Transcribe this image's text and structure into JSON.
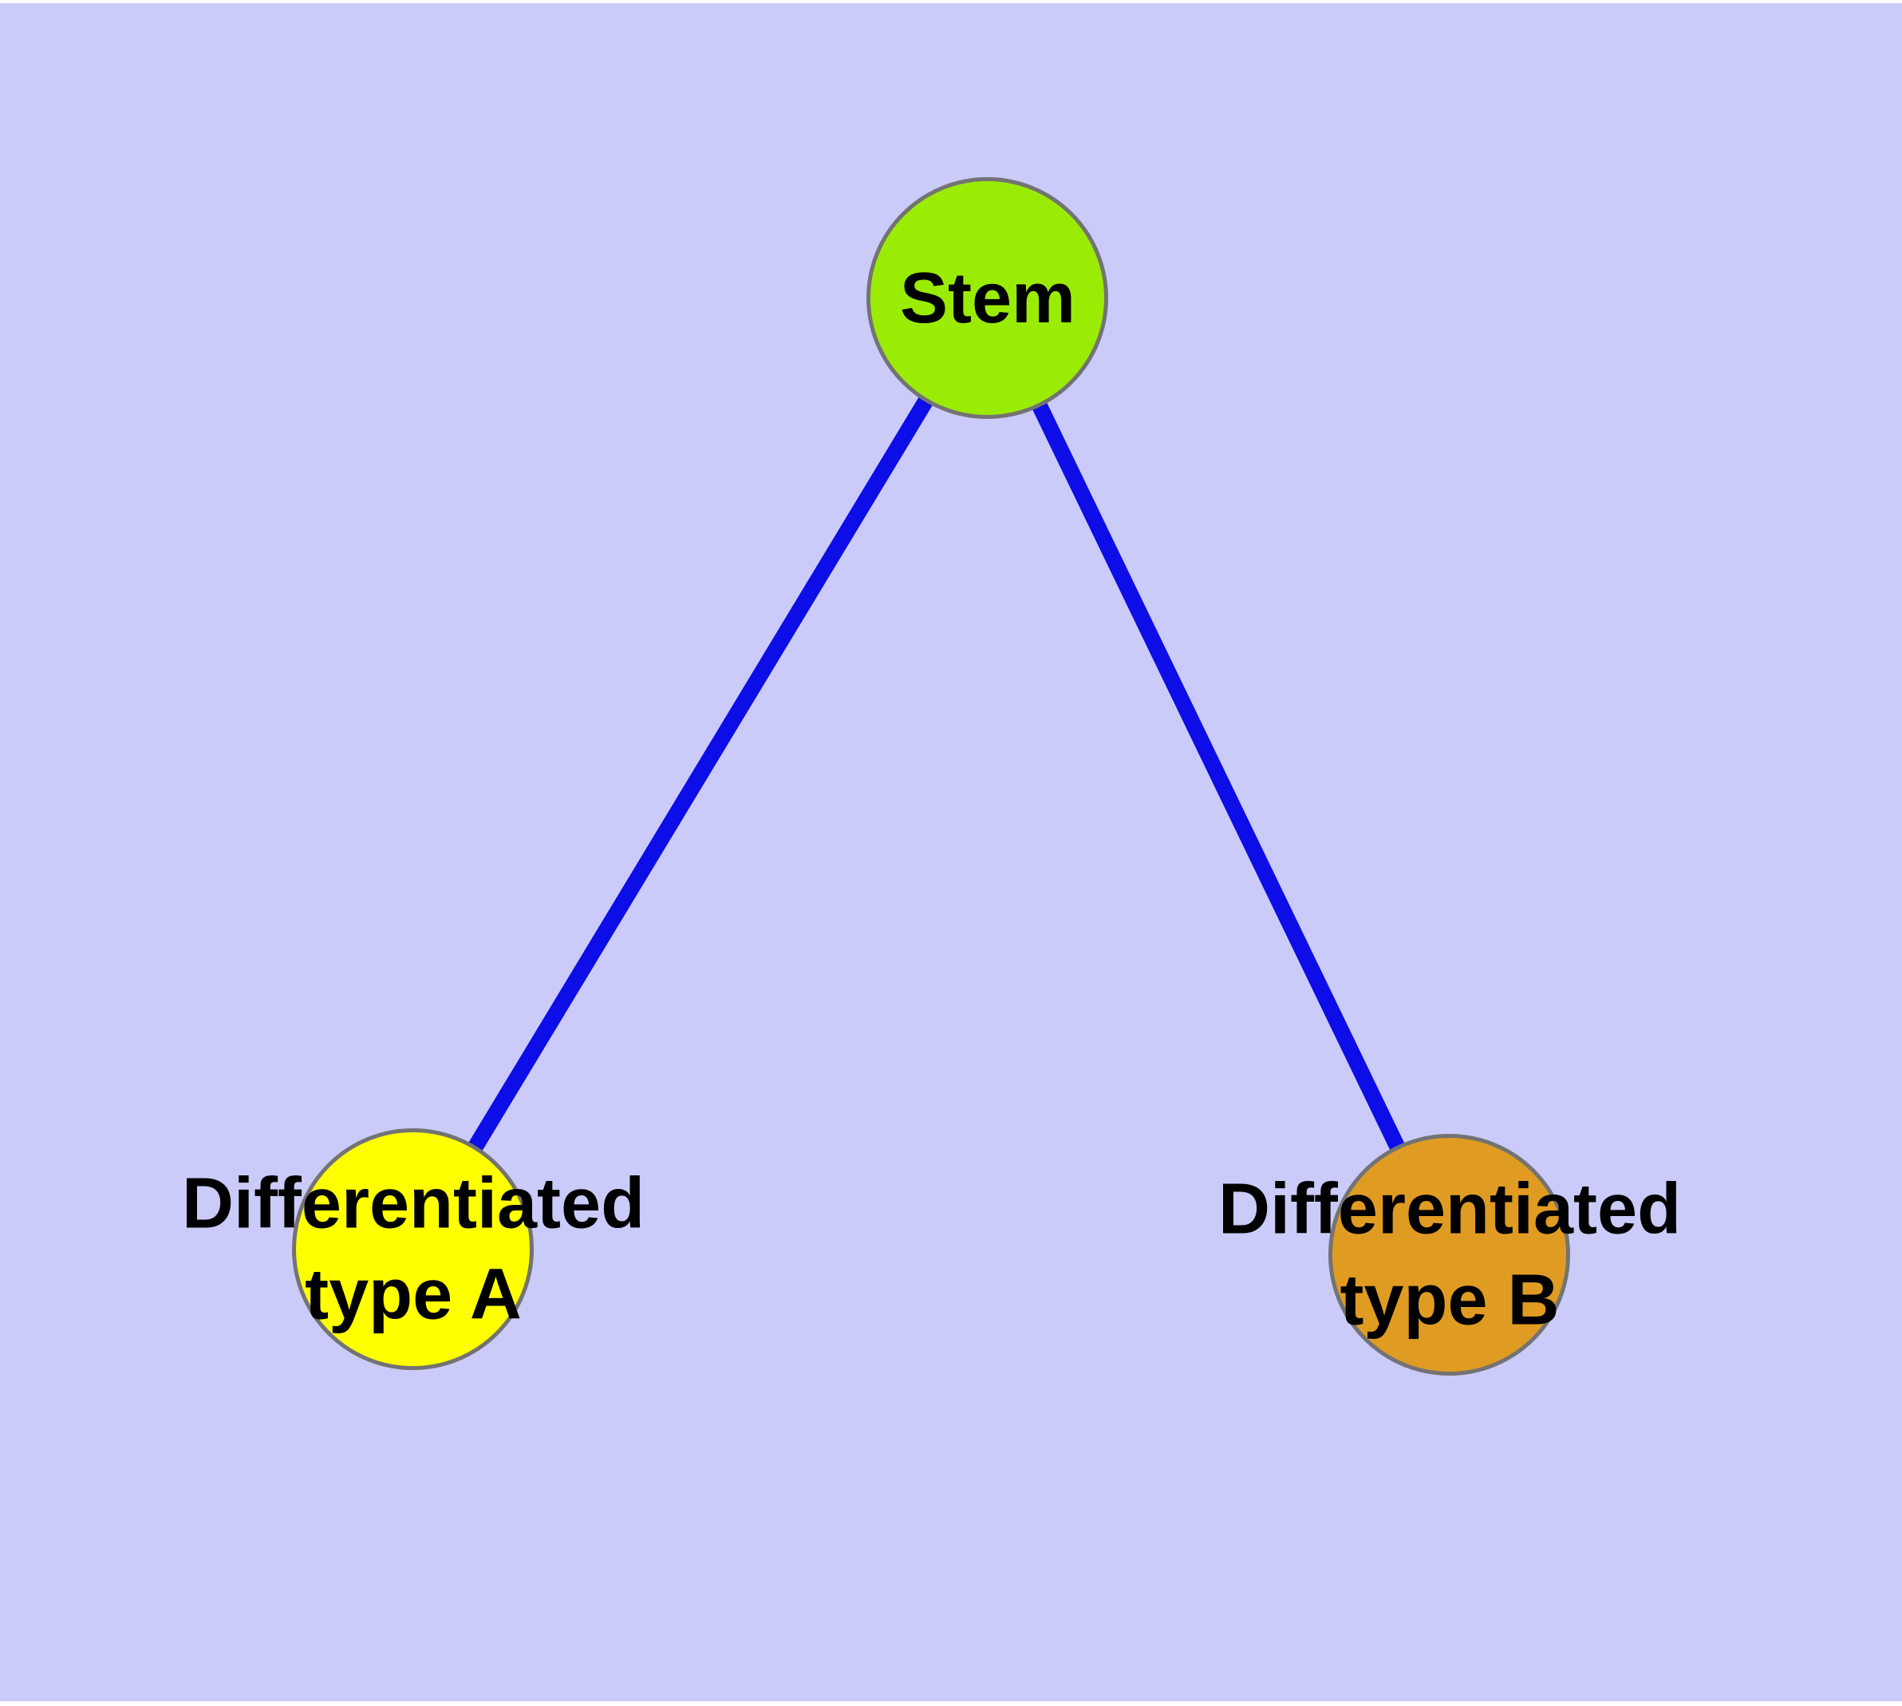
{
  "figure": {
    "outer_background": "#ffffff"
  },
  "diagram": {
    "type": "graph",
    "background_color": "#cbcbf9",
    "edge_color": "#0d0de8",
    "node_border_color": "#737373",
    "label_color": "#000000",
    "nodes": [
      {
        "id": "stem",
        "label": "Stem",
        "color": "#9bec05"
      },
      {
        "id": "diff_a",
        "label": "Differentiated\ntype A",
        "color": "#ffff00"
      },
      {
        "id": "diff_b",
        "label": "Differentiated\ntype B",
        "color": "#e09c22"
      }
    ],
    "edges": [
      {
        "from": "stem",
        "to": "diff_a"
      },
      {
        "from": "stem",
        "to": "diff_b"
      }
    ]
  }
}
